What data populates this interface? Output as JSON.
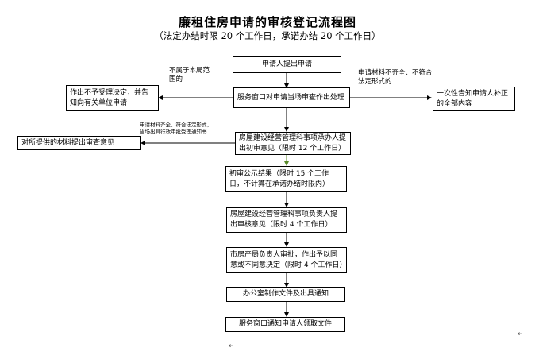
{
  "header": {
    "title": "廉租住房申请的审核登记流程图",
    "subtitle": "（法定办结时限 20 个工作日，承诺办结 20 个工作日）"
  },
  "steps": {
    "apply": "申请人提出申请",
    "window_review": "服务窗口对申请当场审查作出处理",
    "not_accepted": "作出不予受理决定，并告知向有关单位申请",
    "notify_once": "一次性告知申请人补正的全部内容",
    "initial_opinion": "房屋建设经营管理科事项承办人提出初审意见（限时 12 个工作日）",
    "review_materials": "对所提供的材料提出审查意见",
    "publicity": "初审公示结果（限时 15 个工作日，不计算在承诺办结时限内）",
    "chief_opinion": "房屋建设经营管理科事项负责人提出审核意见（限时 4 个工作日）",
    "bureau_approval": "市房产局负责人审批，作出予以同意或不同意决定（限时 4 个工作日）",
    "office_notice": "办公室制作文件及出具通知",
    "window_notify": "服务窗口通知申请人领取文件"
  },
  "branch_labels": {
    "out_of_scope": "不属于本局范围的",
    "incomplete": "申请材料不齐全、不符合法定形式的",
    "complete_line1": "申请材料齐全、符合法定形式，",
    "complete_line2": "当场出具行政审批受理通知书"
  },
  "marks": {
    "return_1": "↵",
    "return_2": "↵"
  }
}
